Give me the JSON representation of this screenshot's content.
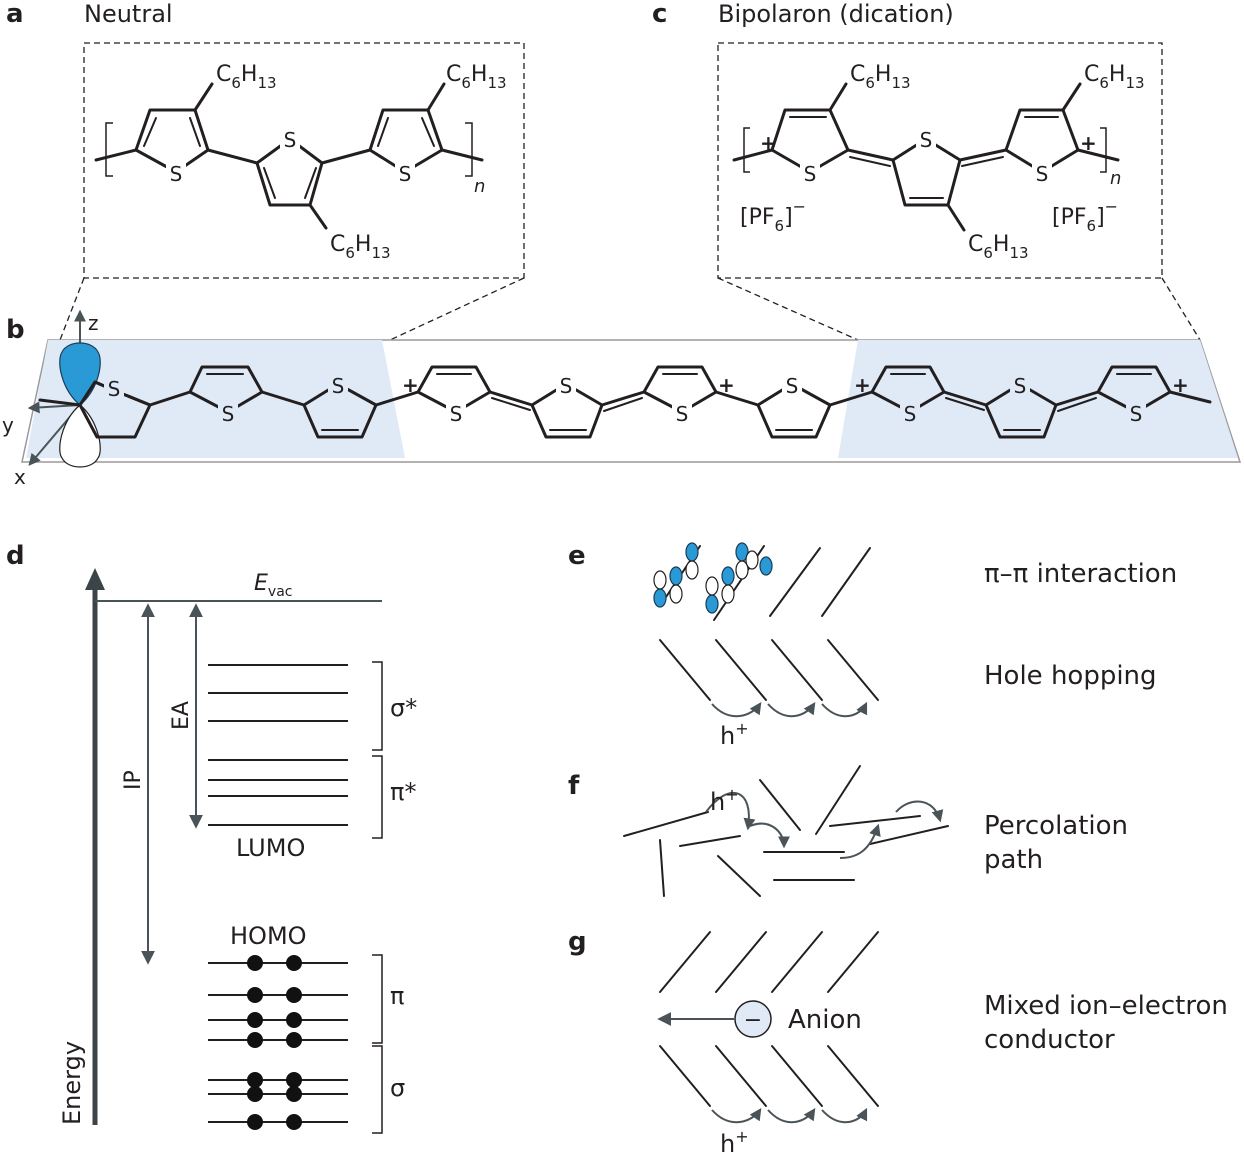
{
  "panels": {
    "a": {
      "letter": "a",
      "title": "Neutral"
    },
    "b": {
      "letter": "b"
    },
    "c": {
      "letter": "c",
      "title": "Bipolaron (dication)"
    },
    "d": {
      "letter": "d"
    },
    "e": {
      "letter": "e"
    },
    "f": {
      "letter": "f"
    },
    "g": {
      "letter": "g"
    }
  },
  "chem": {
    "sulfur": "S",
    "c6": "C",
    "sub6": "6",
    "h13": "H",
    "sub13": "13",
    "n": "n",
    "plus": "+",
    "pf": "PF",
    "sub_pf": "6",
    "minus": "−",
    "lbracket": "[",
    "rbracket": "]"
  },
  "axes_labels": {
    "z": "z",
    "y": "y",
    "x": "x"
  },
  "energy": {
    "evac_e": "E",
    "evac_sub": "vac",
    "ip": "IP",
    "ea": "EA",
    "sigma_star": "σ*",
    "pi_star": "π*",
    "lumo": "LUMO",
    "homo": "HOMO",
    "pi": "π",
    "sigma": "σ",
    "energy": "Energy"
  },
  "transport": {
    "pi_pi": "π–π interaction",
    "hole_hopping": "Hole hopping",
    "hplus_h": "h",
    "hplus_sup": "+",
    "percolation_1": "Percolation",
    "percolation_2": "path",
    "anion": "Anion",
    "anion_sign": "−",
    "mixed_1": "Mixed ion–electron",
    "mixed_2": "conductor"
  },
  "colors": {
    "orbital_blue": "#2a9ad6",
    "shade_blue": "#dfeaf6",
    "ink": "#231f20"
  }
}
